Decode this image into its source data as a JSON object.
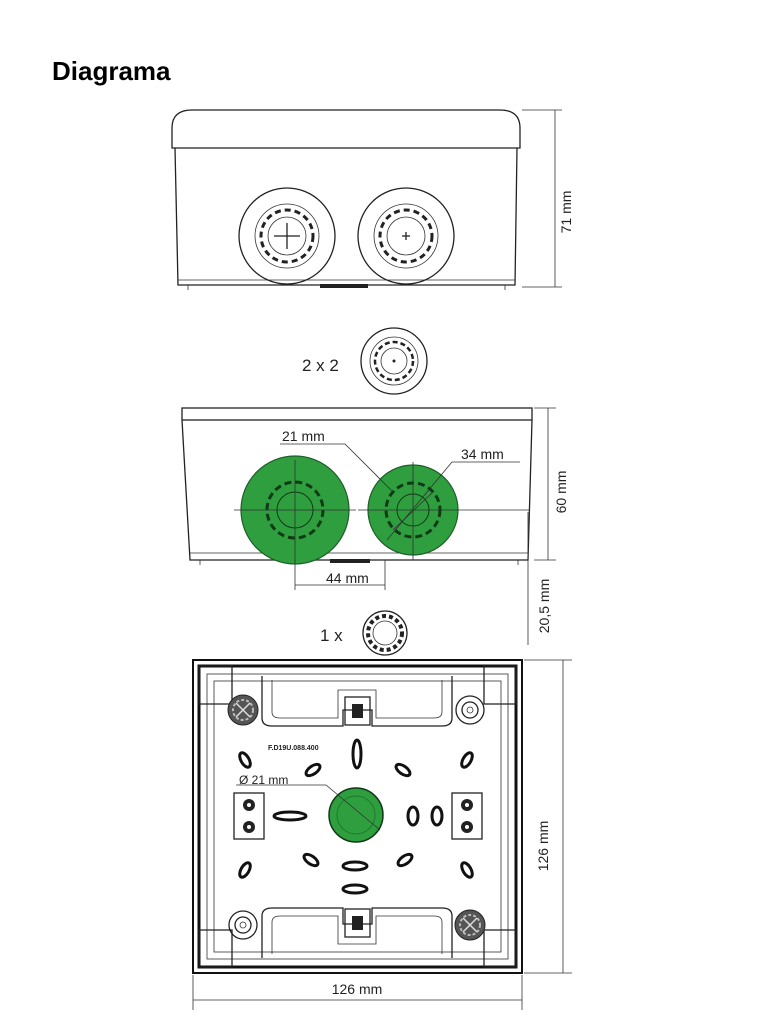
{
  "title": "Diagrama",
  "colors": {
    "green": "#2e9e3e",
    "green_dark": "#1e7a2b",
    "line": "#222222"
  },
  "side_view": {
    "height_label": "71 mm"
  },
  "spare_glands": {
    "label": "2 x 2"
  },
  "front_view": {
    "small_diameter_label": "21 mm",
    "large_diameter_label": "34 mm",
    "height_label": "60 mm",
    "spacing_label": "44 mm",
    "offset_label": "20,5 mm"
  },
  "spare_grommet": {
    "label": "1 x"
  },
  "top_view": {
    "model_code": "F.D19U.088.400",
    "hole_diameter_label": "Ø 21 mm",
    "height_label": "126 mm",
    "width_label": "126 mm"
  }
}
